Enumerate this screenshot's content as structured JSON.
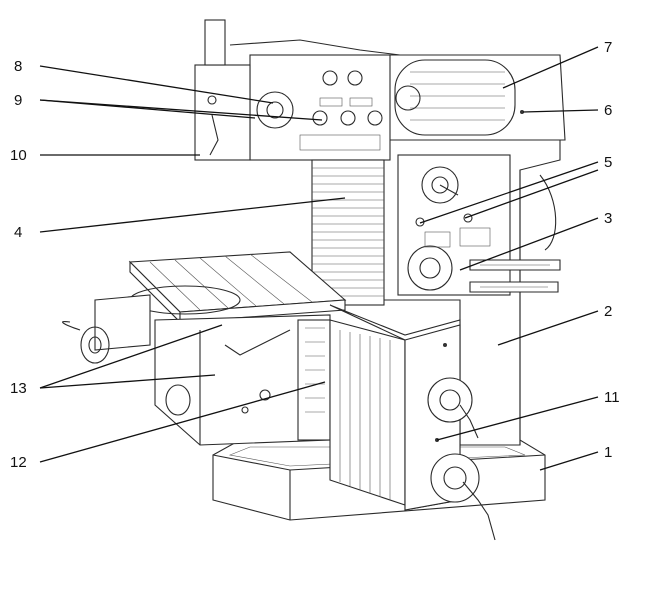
{
  "labels": {
    "l1": "1",
    "l2": "2",
    "l3": "3",
    "l4": "4",
    "l5": "5",
    "l6": "6",
    "l7": "7",
    "l8": "8",
    "l9": "9",
    "l10": "10",
    "l11": "11",
    "l12": "12",
    "l13": "13"
  },
  "colors": {
    "line": "#111111",
    "paper": "#ffffff"
  }
}
